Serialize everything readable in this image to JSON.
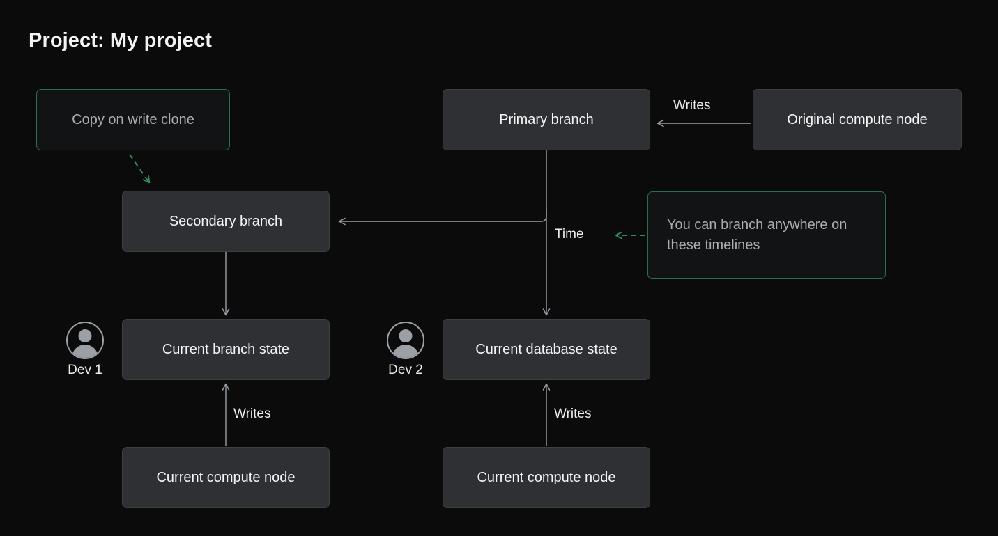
{
  "page": {
    "title": "Project: My project",
    "background": "#0b0b0c"
  },
  "colors": {
    "node_fill": "#2e3033",
    "node_border": "#3c3f43",
    "node_text": "#f4f5f6",
    "accent_green": "#2c6c50",
    "arrow_green": "#2f8f63",
    "connector_gray": "#9aa0a6",
    "note_text": "#a9aeb3"
  },
  "nodes": [
    {
      "id": "primary-branch",
      "label": "Primary branch"
    },
    {
      "id": "original-compute-node",
      "label": "Original compute node"
    },
    {
      "id": "secondary-branch",
      "label": "Secondary branch"
    },
    {
      "id": "current-branch-state",
      "label": "Current branch state"
    },
    {
      "id": "current-database-state",
      "label": "Current database state"
    },
    {
      "id": "current-compute-node-left",
      "label": "Current compute node"
    },
    {
      "id": "current-compute-node-right",
      "label": "Current compute node"
    }
  ],
  "notes": [
    {
      "id": "copy-on-write-clone",
      "text": "Copy on write clone"
    },
    {
      "id": "branch-anywhere",
      "text": "You can branch anywhere on these timelines"
    }
  ],
  "edge_labels": {
    "writes_top": "Writes",
    "time": "Time",
    "writes_left": "Writes",
    "writes_right": "Writes"
  },
  "avatars": [
    {
      "id": "dev-1",
      "label": "Dev 1",
      "icon": "user-avatar-icon"
    },
    {
      "id": "dev-2",
      "label": "Dev 2",
      "icon": "user-avatar-icon"
    }
  ]
}
